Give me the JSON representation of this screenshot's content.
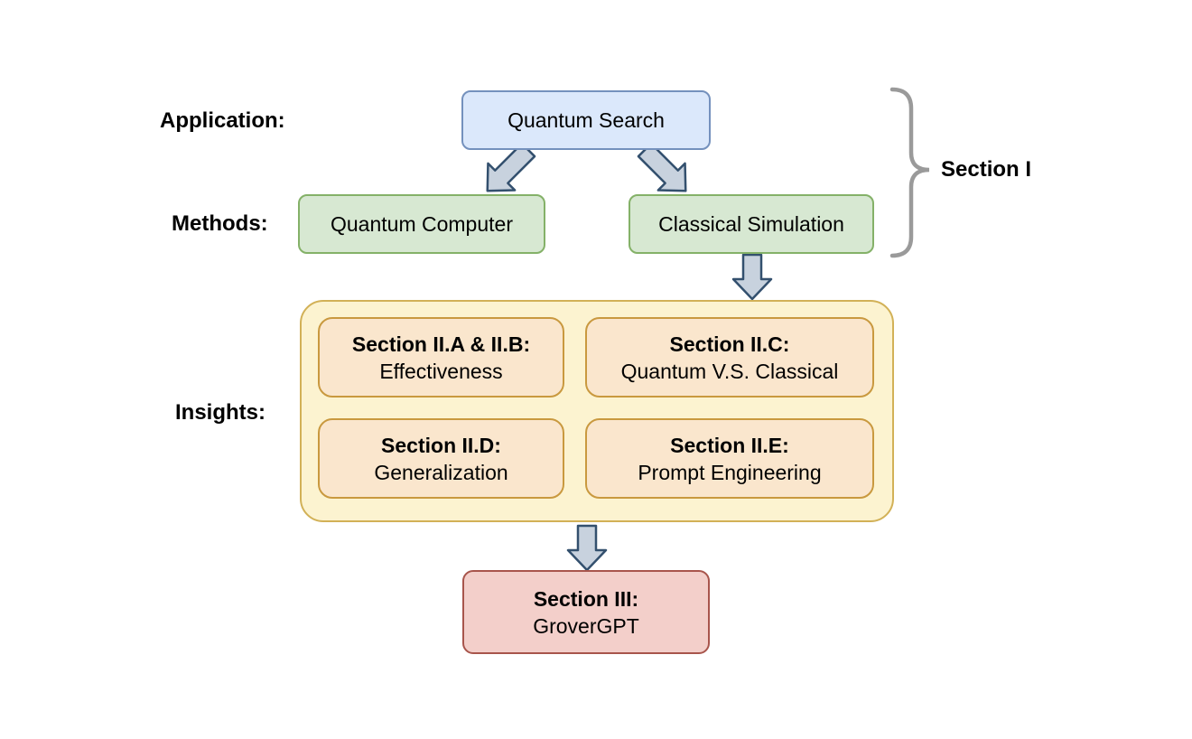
{
  "diagram": {
    "row_labels": {
      "application": "Application:",
      "methods": "Methods:",
      "insights": "Insights:"
    },
    "nodes": {
      "quantum_search": {
        "label": "Quantum Search"
      },
      "quantum_computer": {
        "label": "Quantum Computer"
      },
      "classical_simulation": {
        "label": "Classical Simulation"
      },
      "insight_ab": {
        "title": "Section II.A & II.B:",
        "subtitle": "Effectiveness"
      },
      "insight_c": {
        "title": "Section II.C:",
        "subtitle": "Quantum V.S. Classical"
      },
      "insight_d": {
        "title": "Section II.D:",
        "subtitle": "Generalization"
      },
      "insight_e": {
        "title": "Section II.E:",
        "subtitle": "Prompt Engineering"
      },
      "grovergpt": {
        "title": "Section III:",
        "subtitle": "GroverGPT"
      }
    },
    "annotations": {
      "section_1": "Section I"
    },
    "colors": {
      "application_fill": "#dbe8fb",
      "application_stroke": "#7491bd",
      "method_fill": "#d7e8d2",
      "method_stroke": "#84b168",
      "insights_container_fill": "#fcf3d0",
      "insights_container_stroke": "#d2b157",
      "insight_fill": "#fae6cd",
      "insight_stroke": "#c9993f",
      "grovergpt_fill": "#f3cfca",
      "grovergpt_stroke": "#a8554c",
      "arrow_fill": "#c8d2de",
      "arrow_stroke": "#33506e",
      "brace": "#9a9a9a",
      "text": "#000000"
    }
  }
}
